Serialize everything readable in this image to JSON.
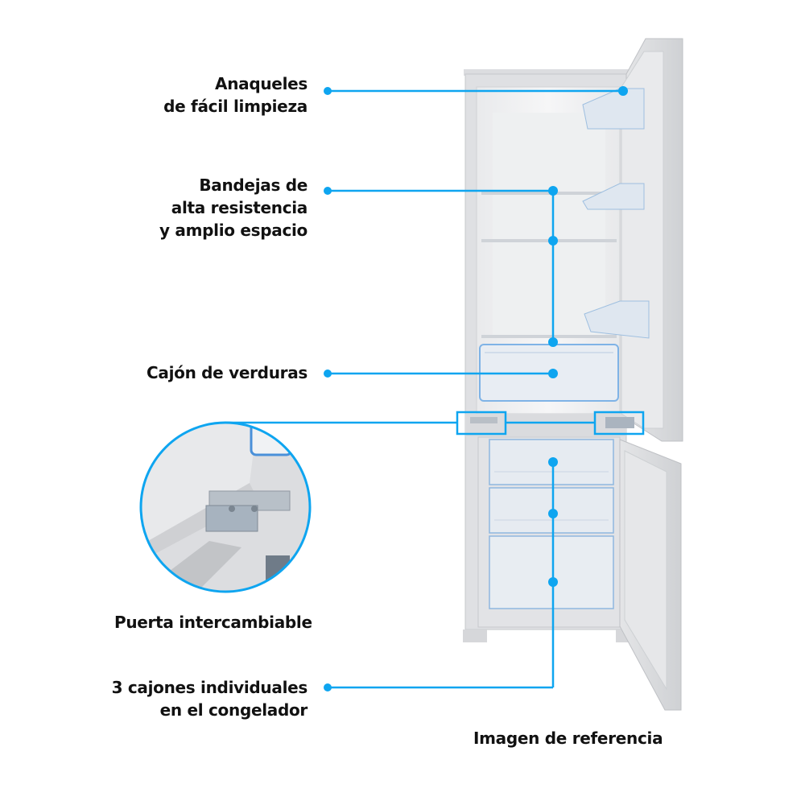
{
  "colors": {
    "accent": "#0ea5f0",
    "text": "#111111",
    "fridge_body": "#e6e7e9",
    "fridge_inner": "#f0f1f2",
    "fridge_shadow": "#c9cbce",
    "drawer_edge": "#7fb3e6"
  },
  "callouts": [
    {
      "id": "shelves",
      "lines": [
        "Anaqueles",
        "de fácil limpieza"
      ]
    },
    {
      "id": "trays",
      "lines": [
        "Bandejas de",
        "alta resistencia",
        "y amplio espacio"
      ]
    },
    {
      "id": "crisper",
      "lines": [
        "Cajón de verduras"
      ]
    },
    {
      "id": "reversible-door",
      "lines": [
        "Puerta intercambiable"
      ]
    },
    {
      "id": "freezer-drawers",
      "lines": [
        "3 cajones individuales",
        "en el congelador"
      ]
    }
  ],
  "footer": {
    "caption": "Imagen de referencia"
  },
  "icons": {
    "callout-dot": "filled-circle",
    "zoom-lens": "circle-magnifier"
  }
}
